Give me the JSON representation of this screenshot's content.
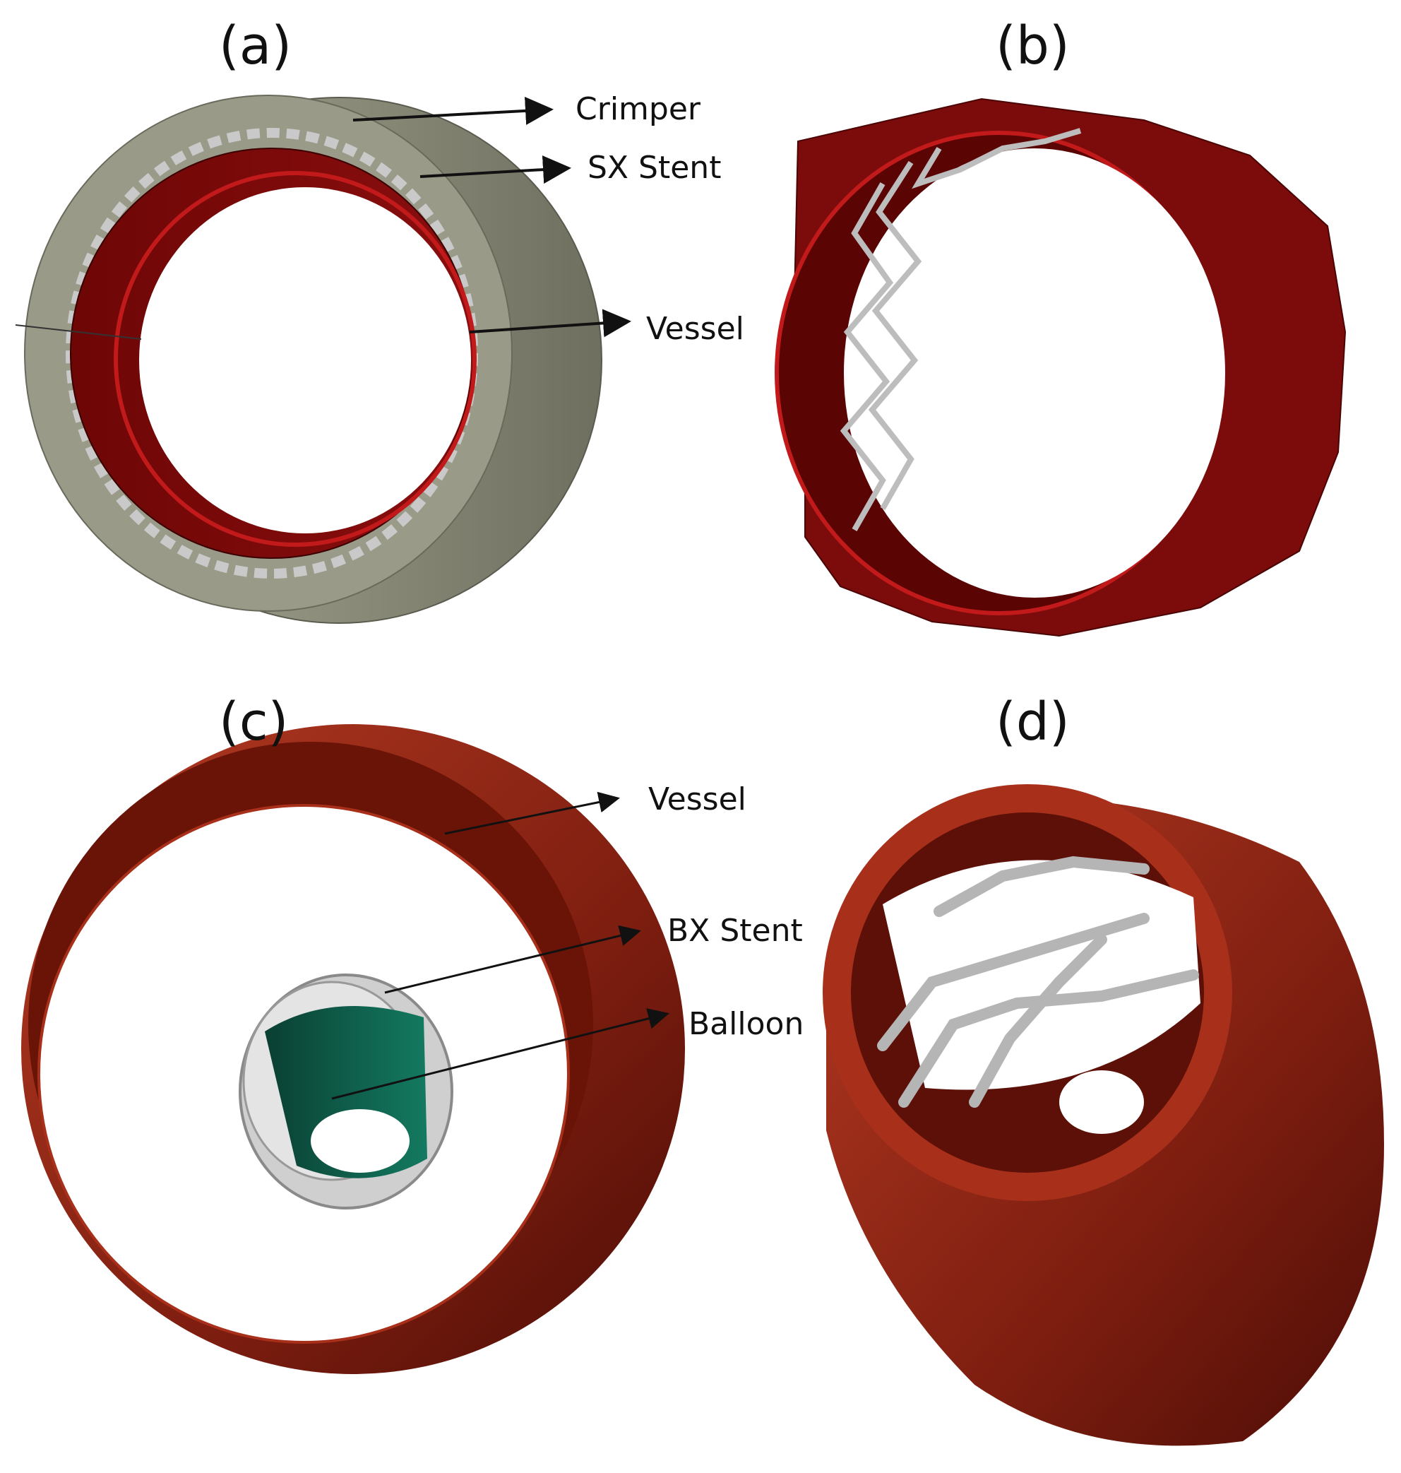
{
  "panels": [
    {
      "id": "a",
      "label": "(a)",
      "callouts": [
        "Crimper",
        "SX Stent",
        "Vessel"
      ]
    },
    {
      "id": "b",
      "label": "(b)",
      "callouts": []
    },
    {
      "id": "c",
      "label": "(c)",
      "callouts": [
        "Vessel",
        "BX Stent",
        "Balloon"
      ]
    },
    {
      "id": "d",
      "label": "(d)",
      "callouts": []
    }
  ],
  "colors": {
    "crimper": "#8f8f7e",
    "vessel_dark_red": "#7a0a0a",
    "vessel_orange_red": "#a8301a",
    "stent": "#b8b8b8",
    "balloon": "#0f6650"
  }
}
